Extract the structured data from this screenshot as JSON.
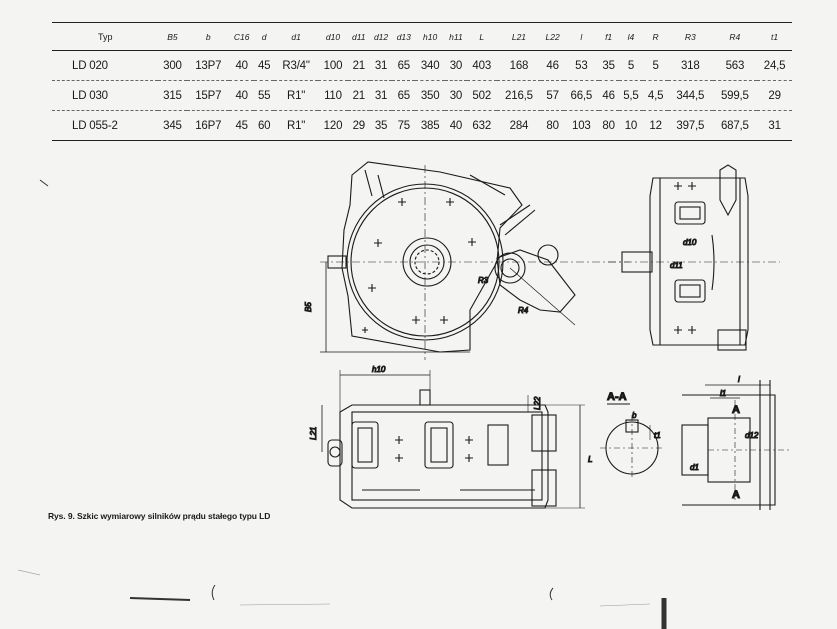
{
  "table": {
    "headers": [
      "Typ",
      "B5",
      "b",
      "C16",
      "d",
      "d1",
      "d10",
      "d11",
      "d12",
      "d13",
      "h10",
      "h11",
      "L",
      "L21",
      "L22",
      "l",
      "f1",
      "l4",
      "R",
      "R3",
      "R4",
      "t1"
    ],
    "rows": [
      [
        "LD 020",
        "300",
        "13P7",
        "40",
        "45",
        "R3/4\"",
        "100",
        "21",
        "31",
        "65",
        "340",
        "30",
        "403",
        "168",
        "46",
        "53",
        "35",
        "5",
        "5",
        "318",
        "563",
        "24,5"
      ],
      [
        "LD 030",
        "315",
        "15P7",
        "40",
        "55",
        "R1\"",
        "110",
        "21",
        "31",
        "65",
        "350",
        "30",
        "502",
        "216,5",
        "57",
        "66,5",
        "46",
        "5,5",
        "4,5",
        "344,5",
        "599,5",
        "29"
      ],
      [
        "LD 055-2",
        "345",
        "16P7",
        "45",
        "60",
        "R1\"",
        "120",
        "29",
        "35",
        "75",
        "385",
        "40",
        "632",
        "284",
        "80",
        "103",
        "80",
        "10",
        "12",
        "397,5",
        "687,5",
        "31"
      ]
    ]
  },
  "caption": "Rys. 9. Szkic wymiarowy silników prądu stałego typu LD",
  "drawing_labels": {
    "b5": "B5",
    "h10": "h10",
    "l21": "L21",
    "l22": "L22",
    "l": "L",
    "section_aa": "A-A",
    "a_top": "A",
    "a_bottom": "A",
    "l_small": "l",
    "l1": "l1",
    "d10": "d10",
    "d11": "d11",
    "d12": "d12",
    "r4": "R4",
    "r3": "R3",
    "b": "b",
    "t1": "t1",
    "d1": "d1"
  }
}
